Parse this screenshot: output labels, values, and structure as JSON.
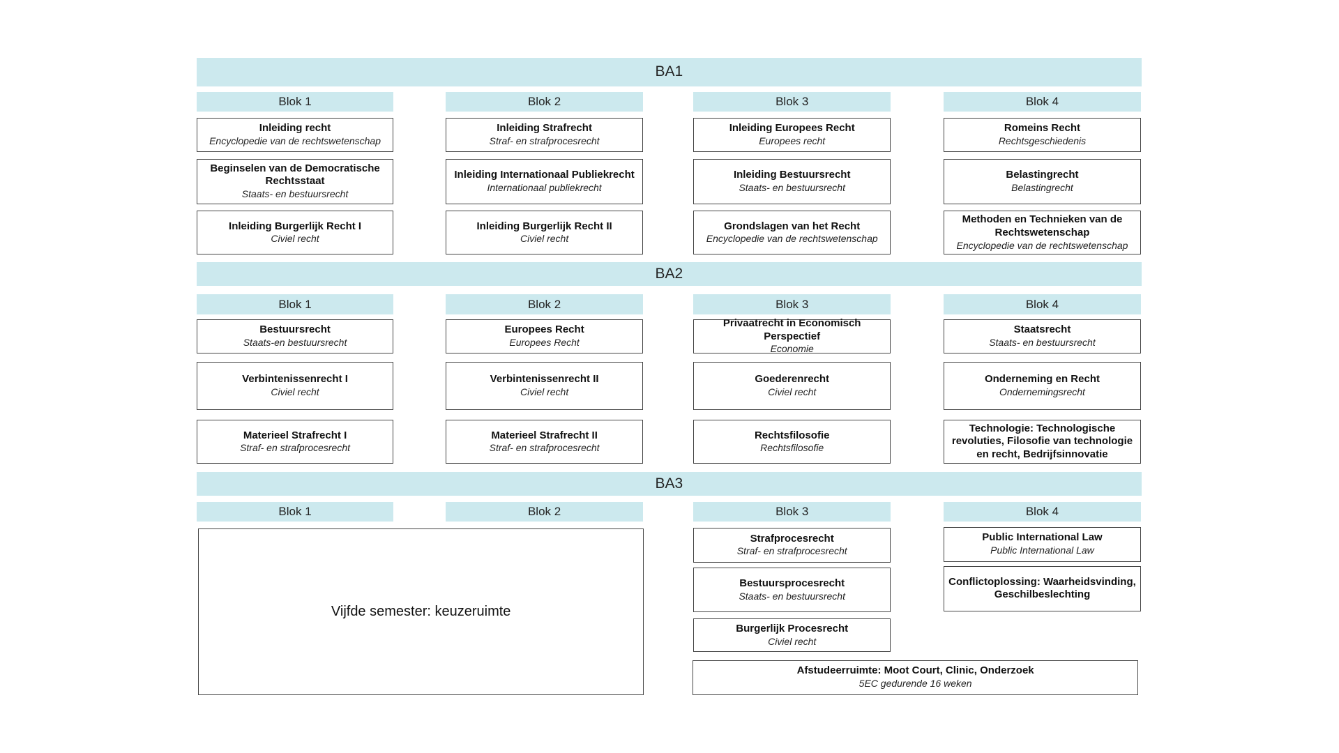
{
  "accent_color": "#cce9ee",
  "years": [
    {
      "label": "BA1",
      "blocks": [
        {
          "label": "Blok 1",
          "courses": [
            {
              "title": "Inleiding recht",
              "subtitle": "Encyclopedie van de rechtswetenschap"
            },
            {
              "title": "Beginselen van de Democratische Rechtsstaat",
              "subtitle": "Staats- en bestuursrecht"
            },
            {
              "title": "Inleiding Burgerlijk Recht I",
              "subtitle": "Civiel recht"
            }
          ]
        },
        {
          "label": "Blok 2",
          "courses": [
            {
              "title": "Inleiding Strafrecht",
              "subtitle": "Straf- en strafprocesrecht"
            },
            {
              "title": "Inleiding Internationaal Publiekrecht",
              "subtitle": "Internationaal publiekrecht"
            },
            {
              "title": "Inleiding Burgerlijk Recht II",
              "subtitle": "Civiel recht"
            }
          ]
        },
        {
          "label": "Blok 3",
          "courses": [
            {
              "title": "Inleiding Europees Recht",
              "subtitle": "Europees recht"
            },
            {
              "title": "Inleiding Bestuursrecht",
              "subtitle": "Staats- en bestuursrecht"
            },
            {
              "title": "Grondslagen van het Recht",
              "subtitle": "Encyclopedie van de rechtswetenschap"
            }
          ]
        },
        {
          "label": "Blok 4",
          "courses": [
            {
              "title": "Romeins Recht",
              "subtitle": "Rechtsgeschiedenis"
            },
            {
              "title": "Belastingrecht",
              "subtitle": "Belastingrecht"
            },
            {
              "title": "Methoden en Technieken van de Rechtswetenschap",
              "subtitle": "Encyclopedie van de rechtswetenschap"
            }
          ]
        }
      ]
    },
    {
      "label": "BA2",
      "blocks": [
        {
          "label": "Blok 1",
          "courses": [
            {
              "title": "Bestuursrecht",
              "subtitle": "Staats-en bestuursrecht"
            },
            {
              "title": "Verbintenissenrecht I",
              "subtitle": "Civiel recht"
            },
            {
              "title": "Materieel Strafrecht I",
              "subtitle": "Straf- en strafprocesrecht"
            }
          ]
        },
        {
          "label": "Blok 2",
          "courses": [
            {
              "title": "Europees Recht",
              "subtitle": "Europees Recht"
            },
            {
              "title": "Verbintenissenrecht II",
              "subtitle": "Civiel recht"
            },
            {
              "title": "Materieel Strafrecht II",
              "subtitle": "Straf- en strafprocesrecht"
            }
          ]
        },
        {
          "label": "Blok 3",
          "courses": [
            {
              "title": "Privaatrecht in Economisch Perspectief",
              "subtitle": "Economie"
            },
            {
              "title": "Goederenrecht",
              "subtitle": "Civiel recht"
            },
            {
              "title": "Rechtsfilosofie",
              "subtitle": "Rechtsfilosofie"
            }
          ]
        },
        {
          "label": "Blok 4",
          "courses": [
            {
              "title": "Staatsrecht",
              "subtitle": "Staats- en bestuursrecht"
            },
            {
              "title": "Onderneming en Recht",
              "subtitle": "Ondernemingsrecht"
            },
            {
              "title": "Technologie: Technologische revoluties, Filosofie van technologie en recht, Bedrijfsinnovatie",
              "subtitle": ""
            }
          ]
        }
      ]
    },
    {
      "label": "BA3",
      "blocks": [
        {
          "label": "Blok 1",
          "courses": []
        },
        {
          "label": "Blok 2",
          "courses": []
        },
        {
          "label": "Blok 3",
          "courses": [
            {
              "title": "Strafprocesrecht",
              "subtitle": "Straf- en strafprocesrecht"
            },
            {
              "title": "Bestuursprocesrecht",
              "subtitle": "Staats- en bestuursrecht"
            },
            {
              "title": "Burgerlijk Procesrecht",
              "subtitle": "Civiel recht"
            }
          ]
        },
        {
          "label": "Blok 4",
          "courses": [
            {
              "title": "Public International Law",
              "subtitle": "Public International Law"
            },
            {
              "title": "Conflictoplossing: Waarheidsvinding, Geschilbeslechting",
              "subtitle": ""
            }
          ]
        }
      ],
      "elective": {
        "title": "Vijfde semester: keuzeruimte"
      },
      "thesis": {
        "title": "Afstudeerruimte: Moot Court, Clinic, Onderzoek",
        "subtitle": "5EC gedurende 16 weken"
      }
    }
  ]
}
